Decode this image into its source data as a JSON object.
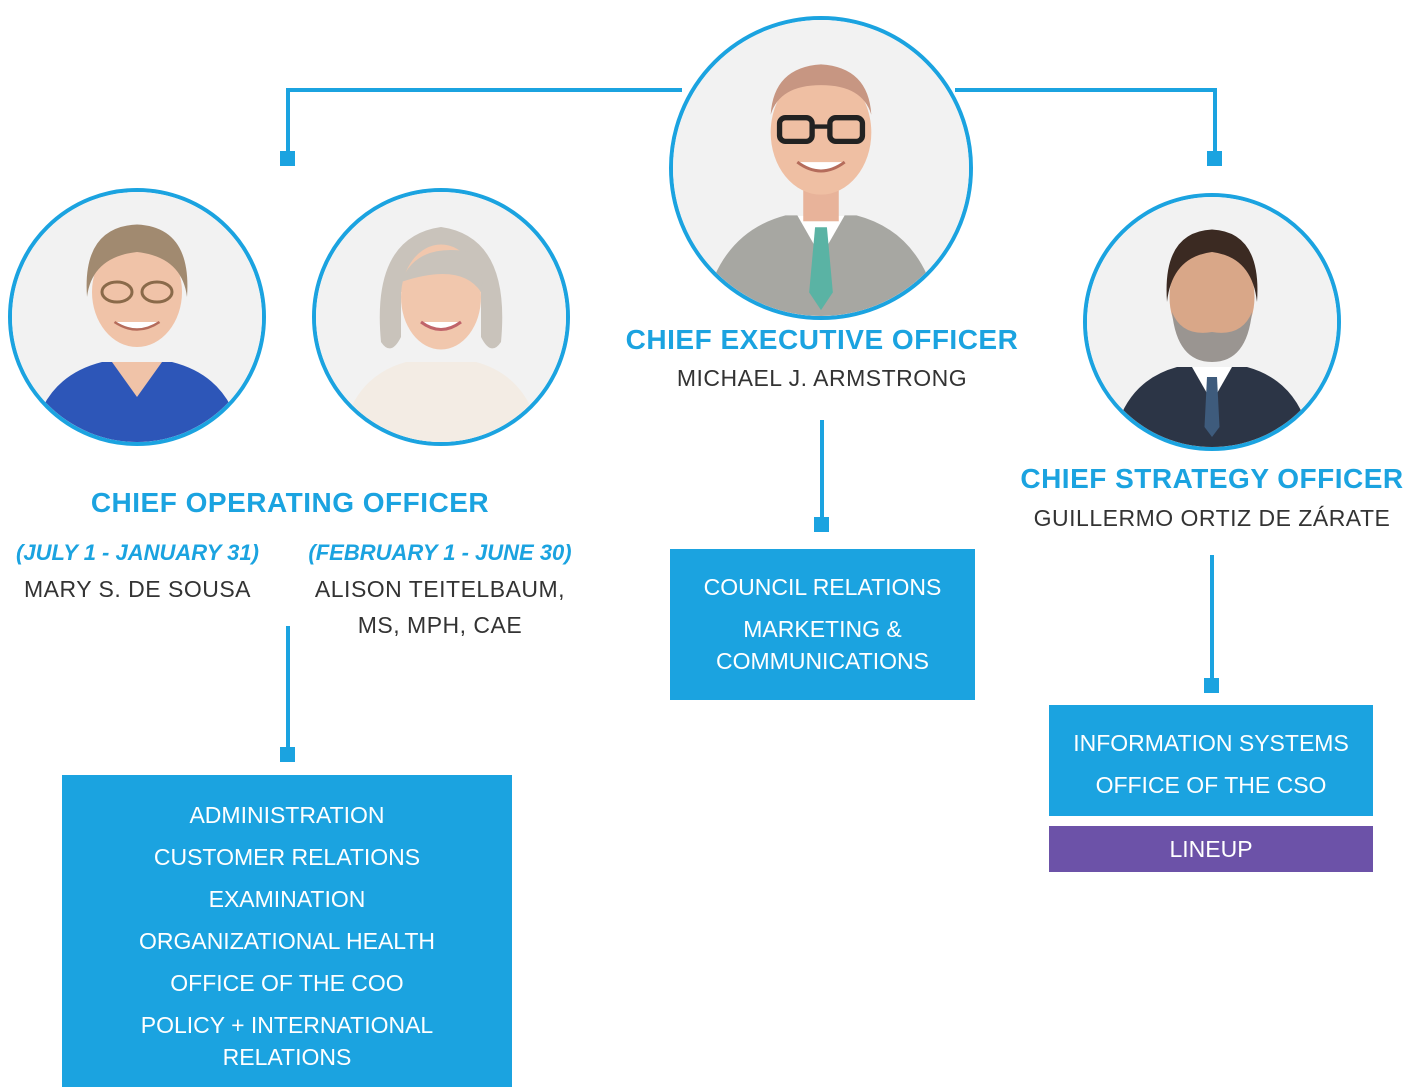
{
  "ceo": {
    "role": "CHIEF EXECUTIVE OFFICER",
    "name": "MICHAEL J. ARMSTRONG"
  },
  "coo": {
    "role": "CHIEF OPERATING OFFICER",
    "period1": "(JULY 1 - JANUARY 31)",
    "name1": "MARY S. DE SOUSA",
    "period2": "(FEBRUARY 1 - JUNE 30)",
    "name2_line1": "ALISON TEITELBAUM,",
    "name2_line2": "MS, MPH, CAE"
  },
  "cso": {
    "role": "CHIEF STRATEGY OFFICER",
    "name": "GUILLERMO ORTIZ DE ZÁRATE"
  },
  "ceo_units": [
    "COUNCIL RELATIONS",
    "MARKETING &",
    "COMMUNICATIONS"
  ],
  "coo_units": [
    "ADMINISTRATION",
    "CUSTOMER RELATIONS",
    "EXAMINATION",
    "ORGANIZATIONAL HEALTH",
    "OFFICE OF THE COO",
    "POLICY + INTERNATIONAL",
    "RELATIONS"
  ],
  "cso_units": [
    "INFORMATION SYSTEMS",
    "OFFICE OF THE CSO"
  ],
  "cso_extra": "LINEUP",
  "colors": {
    "accent": "#1ba3e0",
    "purple": "#6c52a8"
  }
}
